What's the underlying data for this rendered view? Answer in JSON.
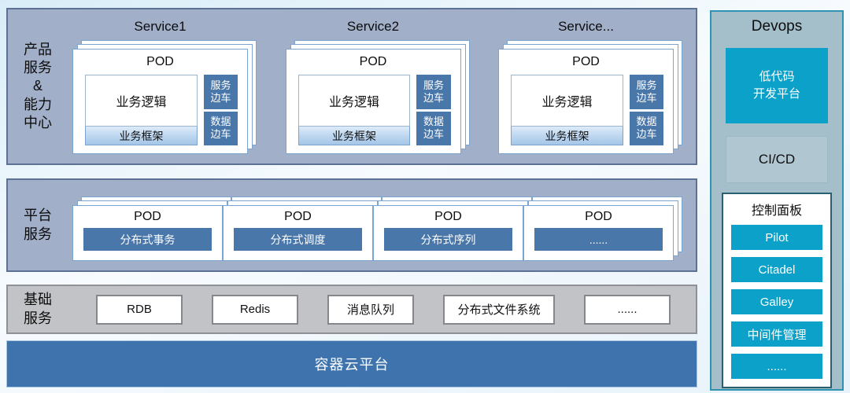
{
  "product_band": {
    "label": "产品\n服务\n&\n能力\n中心",
    "services": [
      {
        "title": "Service1",
        "pod": "POD",
        "logic": "业务逻辑",
        "framework": "业务框架",
        "sidecars": [
          "服务\n边车",
          "数据\n边车"
        ]
      },
      {
        "title": "Service2",
        "pod": "POD",
        "logic": "业务逻辑",
        "framework": "业务框架",
        "sidecars": [
          "服务\n边车",
          "数据\n边车"
        ]
      },
      {
        "title": "Service...",
        "pod": "POD",
        "logic": "业务逻辑",
        "framework": "业务框架",
        "sidecars": [
          "服务\n边车",
          "数据\n边车"
        ]
      }
    ]
  },
  "platform_band": {
    "label": "平台\n服务",
    "pods": [
      {
        "pod": "POD",
        "name": "分布式事务"
      },
      {
        "pod": "POD",
        "name": "分布式调度"
      },
      {
        "pod": "POD",
        "name": "分布式序列"
      },
      {
        "pod": "POD",
        "name": "......"
      }
    ]
  },
  "base_band": {
    "label": "基础\n服务",
    "items": [
      "RDB",
      "Redis",
      "消息队列",
      "分布式文件系统",
      "......"
    ]
  },
  "container_band": {
    "label": "容器云平台"
  },
  "devops": {
    "title": "Devops",
    "low_code": "低代码\n开发平台",
    "cicd": "CI/CD",
    "control_panel": {
      "title": "控制面板",
      "items": [
        "Pilot",
        "Citadel",
        "Galley",
        "中间件管理",
        "......"
      ]
    }
  },
  "colors": {
    "band_blue": "#a1afc9",
    "band_border": "#5d7195",
    "steel_blue": "#4a77a9",
    "container_blue": "#3e73ad",
    "base_gray": "#c2c3c6",
    "teal": "#0ba1c9",
    "devops_bg": "#a5bfca",
    "devops_border": "#2e93b2"
  }
}
